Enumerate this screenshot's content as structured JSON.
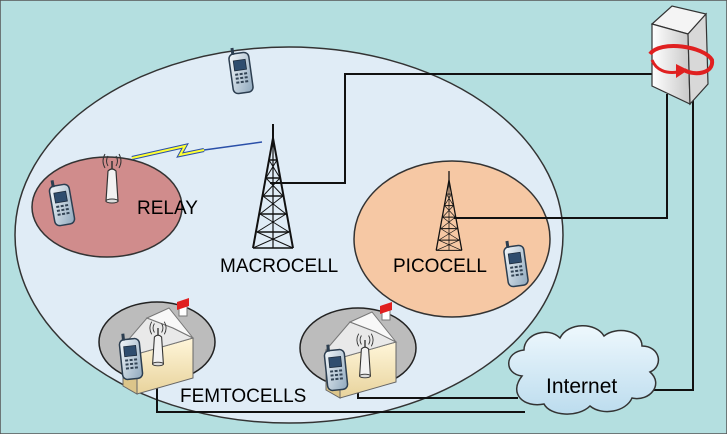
{
  "labels": {
    "relay": "RELAY",
    "macrocell": "MACROCELL",
    "picocell": "PICOCELL",
    "femtocells": "FEMTOCELLS",
    "internet": "Internet"
  },
  "colors": {
    "background": "#b4dfe0",
    "macro_cell": "#e0ecf6",
    "relay_cell": "#d08c8c",
    "pico_cell": "#f6c8a4",
    "femto_house_area": "#bcbcbc",
    "cloud": "#d6ecf6",
    "lightning": "#ffff33"
  },
  "icons": [
    "server-icon",
    "macro-tower-icon",
    "pico-tower-icon",
    "relay-antenna-icon",
    "femto-antenna-icon",
    "mobile-phone-icon",
    "house-icon",
    "cloud-icon",
    "lightning-icon"
  ]
}
